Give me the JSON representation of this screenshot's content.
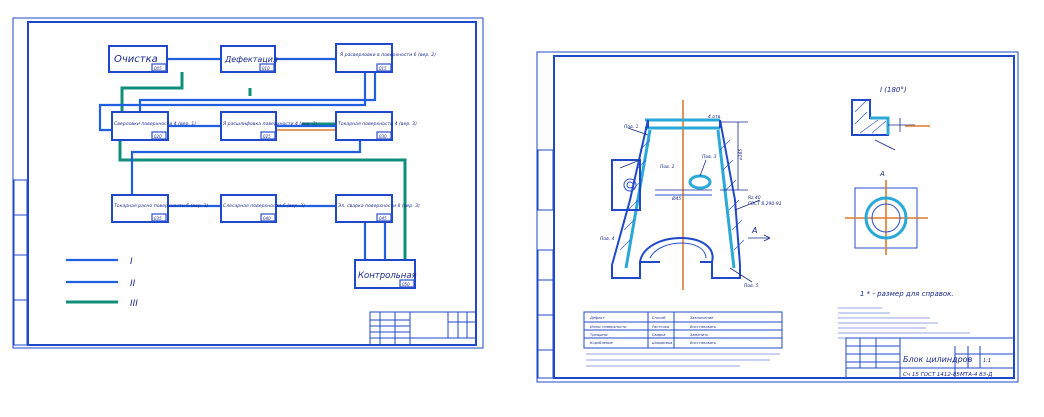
{
  "left_sheet": {
    "boxes": [
      {
        "id": "b1",
        "label": "Очистка",
        "code": "005"
      },
      {
        "id": "b2",
        "label": "Дефектация",
        "code": "010"
      },
      {
        "id": "b3",
        "label": "Я расверловки в поверхности 6 (вер. 2)",
        "code": "015"
      },
      {
        "id": "b4",
        "label": "Сверловки поверхности 4 (вер. 1)",
        "code": "020"
      },
      {
        "id": "b5",
        "label": "Я расшлифовка поверхности 4 (вер. 3)",
        "code": "025"
      },
      {
        "id": "b6",
        "label": "Токарная поверхности 4 (вер. 3)",
        "code": "030"
      },
      {
        "id": "b7",
        "label": "Токарная расно поверхности 6 (вер. 3)",
        "code": "035"
      },
      {
        "id": "b8",
        "label": "Слесарная поверхности 6 (вер. 3)",
        "code": "040"
      },
      {
        "id": "b9",
        "label": "Эл. сварка поверхности 8 (вер. 3)",
        "code": "045"
      },
      {
        "id": "b10",
        "label": "Контрольная",
        "code": "050"
      }
    ],
    "legend": [
      "I",
      "II",
      "III"
    ],
    "colors": {
      "route_1": "#1f5fe0",
      "route_2": "#1f5fe0",
      "route_3": "#0f8f7a",
      "accent": "#e07a2a"
    }
  },
  "right_sheet": {
    "view_label_top": "I (180°)",
    "view_label_a": "A",
    "note_main": "1 * - размер для справок.",
    "callouts": [
      "Пов. 1",
      "Пов. 2",
      "Пов. 3",
      "Пов. 4",
      "Пов. 5"
    ],
    "dim_labels": [
      "4 отв.",
      "⌀165",
      "Ø45",
      "Rz 40",
      "ГОСТ 8.290-91"
    ],
    "title_block": {
      "name": "Блок цилиндров",
      "material": "Сч 15 ГОСТ 1412-85",
      "doc_code": "МТА-4 83-Д",
      "scale": "1:1"
    },
    "tech_table": {
      "headers": [
        "Дефект",
        "Способ",
        "Заключение"
      ],
      "rows": [
        [
          "Износ поверхности",
          "Расточка",
          "Восстановить"
        ],
        [
          "Трещины",
          "Сварка",
          "Заменить"
        ],
        [
          "Коробление",
          "Шлифовка",
          "Восстановить"
        ]
      ]
    }
  }
}
